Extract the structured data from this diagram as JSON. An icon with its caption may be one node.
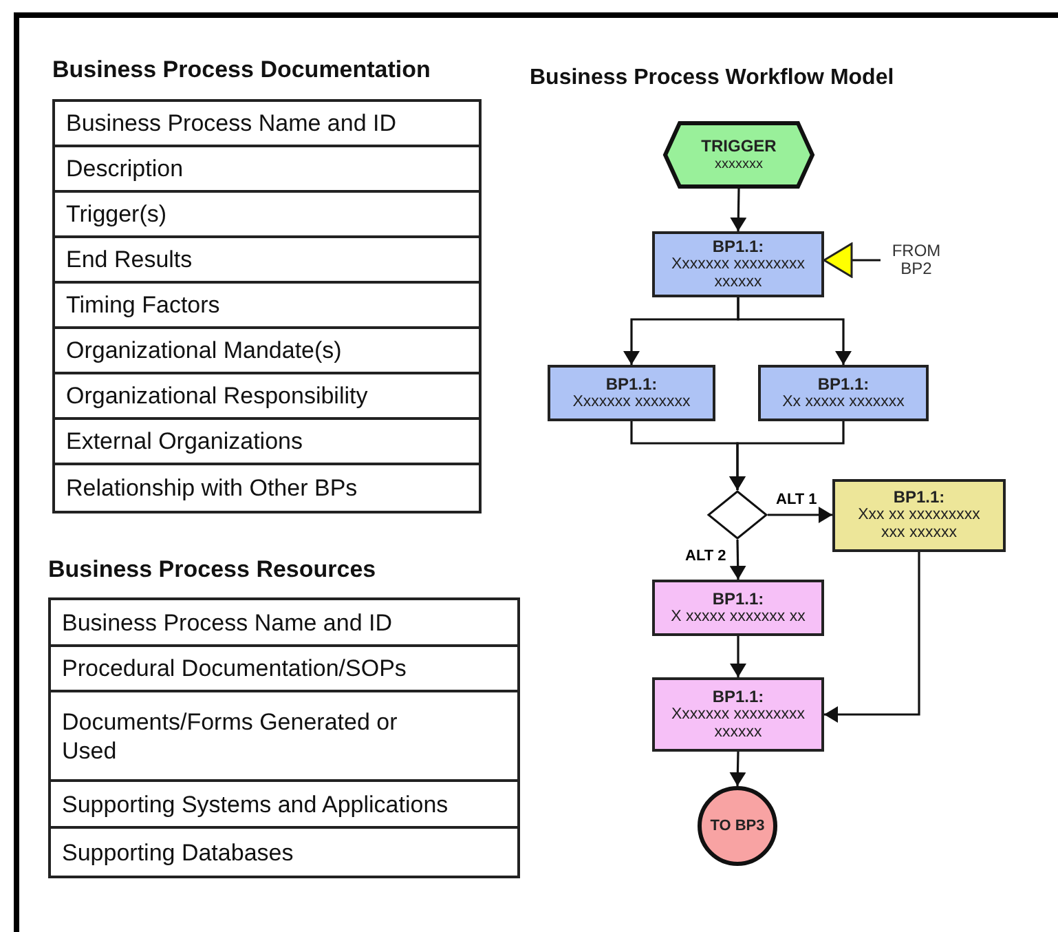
{
  "diagram": {
    "title": "Business Process Workflow Model",
    "nodes": [
      {
        "text": [
          "TRIGGER",
          "xxxxxxx"
        ]
      },
      {
        "text": [
          "BP1.1:",
          "Xxxxxxx xxxxxxxxx xxxxxx"
        ]
      },
      {
        "text": [
          "BP1.1:",
          "Xxxxxxx xxxxxxx"
        ]
      },
      {
        "text": [
          "BP1.1:",
          "Xx xxxxx xxxxxxx"
        ]
      },
      {
        "text": [],
        "shape": "diamond"
      },
      {
        "text": [
          "BP1.1:",
          "Xxx xx xxxxxxxxx xxx xxxxxx"
        ]
      },
      {
        "text": [
          "BP1.1:",
          "X xxxxx xxxxxxx xx"
        ]
      },
      {
        "text": [
          "BP1.1:",
          "Xxxxxxx xxxxxxxxx xxxxxx"
        ]
      },
      {
        "text": [
          "TO BP3"
        ]
      },
      {
        "text": [
          "FROM BP2"
        ]
      }
    ],
    "edges": [
      {
        "from": 0,
        "to": 1,
        "arrow": "to"
      },
      {
        "from": 1,
        "to": 2,
        "arrow": "to"
      },
      {
        "from": 1,
        "to": 3,
        "arrow": "to"
      },
      {
        "from": 2,
        "to": 4,
        "arrow": "to"
      },
      {
        "from": 3,
        "to": 4,
        "arrow": "to"
      },
      {
        "from": 4,
        "to": 5,
        "label": "ALT 1",
        "arrow": "to"
      },
      {
        "from": 4,
        "to": 6,
        "label": "ALT 2",
        "arrow": "to"
      },
      {
        "from": 6,
        "to": 7,
        "arrow": "to"
      },
      {
        "from": 5,
        "to": 7,
        "arrow": "to"
      },
      {
        "from": 7,
        "to": 8,
        "arrow": "to"
      },
      {
        "from": 9,
        "to": 1,
        "arrow": "to"
      }
    ],
    "labels": [
      "Business Process Documentation",
      "Business Process Name and ID",
      "Description",
      "Trigger(s)",
      "End Results",
      "Timing Factors",
      "Organizational Mandate(s)",
      "Organizational Responsibility",
      "External Organizations",
      "Relationship with Other BPs",
      "Business Process Resources",
      "Business Process Name and ID",
      "Procedural Documentation/SOPs",
      "Documents/Forms Generated or Used",
      "Supporting Systems and Applications",
      "Supporting Databases"
    ]
  }
}
